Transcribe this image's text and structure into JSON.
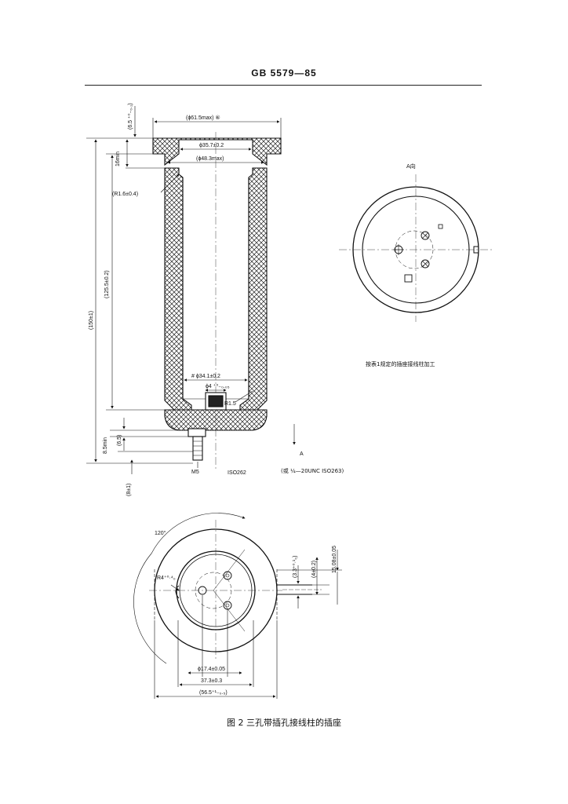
{
  "header": {
    "standard_number": "GB 5579—85"
  },
  "front_view": {
    "dims": {
      "top_tolerance": "(6.5 ⁺⁰₋₀.₁)",
      "outer_diameter": "(ϕ61.5max) ⑥",
      "bore_diameter": "ϕ35.7±0.2",
      "inner_diameter": "(ϕ48.3max)",
      "recess_depth": "16min",
      "fillet_top": "(R1.6±0.4)",
      "total_height": "(150±1)",
      "body_height": "(125.5±0.2)",
      "inner_bottom_diameter": "# ϕ34.1±0.2",
      "hole_diameter": "ϕ4 ⁺⁰₋₀.₀₅",
      "fillet_bottom": "R1.5",
      "pin_length": "8.5min",
      "base_thickness": "(6.5)",
      "stud_length": "(8±1)",
      "thread_m5": "M5",
      "iso262": "ISO262",
      "unc_alt": "(或 ¼—20UNC ISO263)",
      "section_mark": "A"
    }
  },
  "a_view": {
    "title": "A向",
    "note": "按表1规定的插座接线柱加工"
  },
  "bottom_view": {
    "dims": {
      "angle": "120°",
      "fillet": "R4⁺⁰·⁴₀",
      "slot_width": "(3.3⁺⁰·¹₀)",
      "slot_depth": "(4±0.2)",
      "slot_position": "15.08±0.05",
      "pcd": "ϕ17.4±0.05",
      "flat_width": "37.3±0.3",
      "overall_width": "(56.5⁺¹₋₀.₅)"
    }
  },
  "caption": {
    "text": "图 2   三孔带插孔接线柱的插座"
  }
}
